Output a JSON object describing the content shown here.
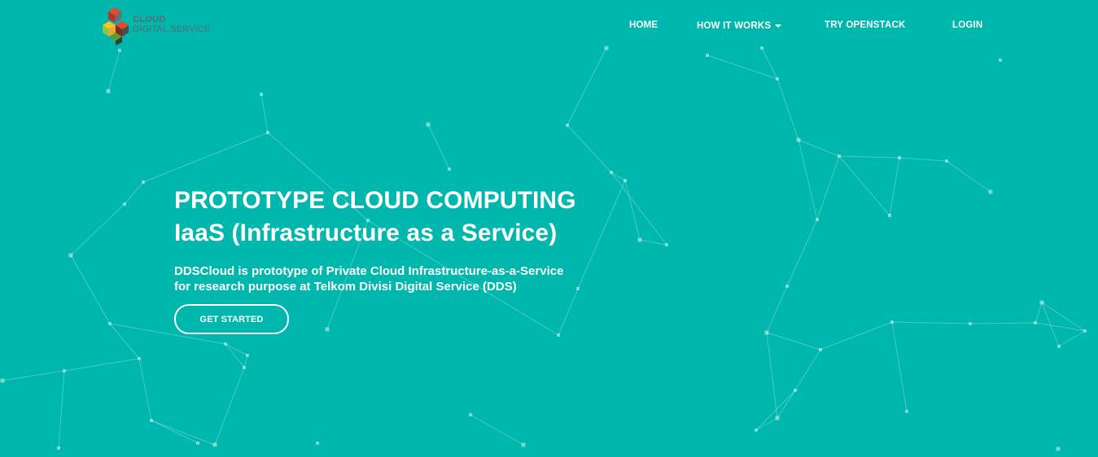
{
  "brand": {
    "name_top": "CLOUD",
    "name_bottom": "DIGITAL SERVICE",
    "logo_icon": "stacked-cubes-logo"
  },
  "nav": {
    "home": "HOME",
    "how_it_works": "HOW IT WORKS",
    "try_openstack": "TRY OPENSTACK",
    "login": "LOGIN"
  },
  "hero": {
    "title_line1": "PROTOTYPE CLOUD COMPUTING",
    "title_line2": "IaaS (Infrastructure as a Service)",
    "desc_line1": "DDSCloud is prototype of Private Cloud Infrastructure-as-a-Service",
    "desc_line2": "for research purpose at Telkom Divisi Digital Service (DDS)",
    "cta": "GET STARTED"
  },
  "colors": {
    "background": "#00b7ad",
    "text": "#ffffff",
    "logo_text": "#5a6b70"
  }
}
